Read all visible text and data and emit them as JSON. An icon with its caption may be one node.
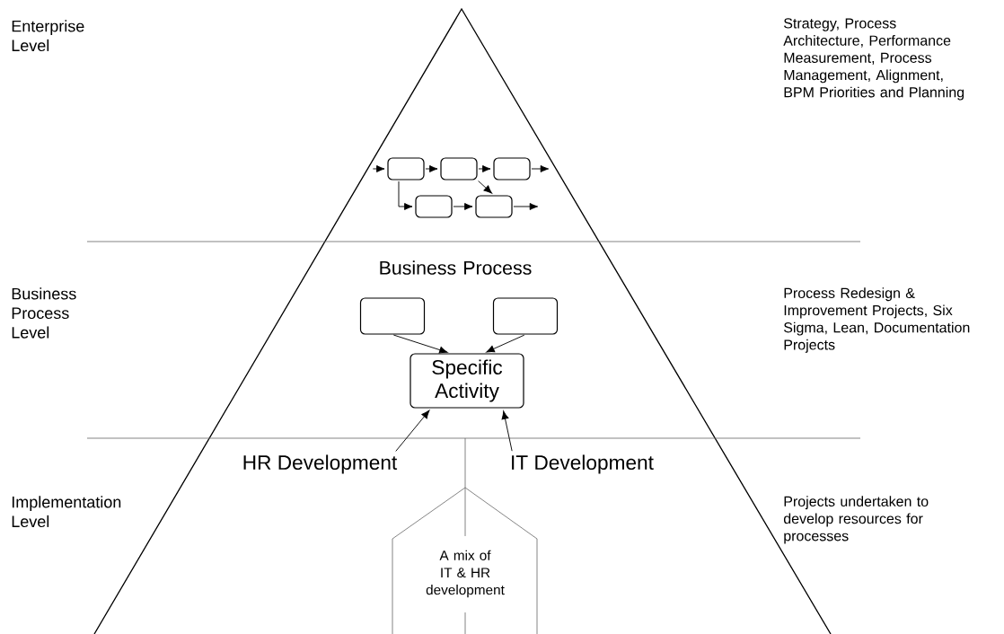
{
  "diagram": {
    "nodes": [
      {
        "text": [],
        "shape": "box"
      },
      {
        "text": [],
        "shape": "box"
      },
      {
        "text": [],
        "shape": "box"
      },
      {
        "text": [],
        "shape": "box"
      },
      {
        "text": [],
        "shape": "box"
      },
      {
        "text": [],
        "shape": "box"
      },
      {
        "text": [],
        "shape": "box"
      },
      {
        "text": [
          "Specific Activity"
        ]
      },
      {
        "text": [
          "HR Development"
        ]
      },
      {
        "text": [
          "IT Development"
        ]
      },
      {
        "text": [
          "A mix of IT & HR development"
        ]
      }
    ],
    "edges": [
      {
        "from": null,
        "to": 0,
        "arrow": "to"
      },
      {
        "from": 0,
        "to": 1,
        "arrow": "to"
      },
      {
        "from": 1,
        "to": 2,
        "arrow": "to"
      },
      {
        "from": 2,
        "to": null,
        "arrow": "to"
      },
      {
        "from": 0,
        "to": 3,
        "arrow": "to"
      },
      {
        "from": 1,
        "to": 4,
        "arrow": "to"
      },
      {
        "from": 3,
        "to": 4,
        "arrow": "to"
      },
      {
        "from": 4,
        "to": null,
        "arrow": "to"
      },
      {
        "from": 5,
        "to": 7,
        "arrow": "to"
      },
      {
        "from": 6,
        "to": 7,
        "arrow": "to"
      },
      {
        "from": 8,
        "to": 7,
        "arrow": "to"
      },
      {
        "from": 9,
        "to": 7,
        "arrow": "to"
      }
    ],
    "labels": [
      "Enterprise Level",
      "Strategy, Process Architecture, Performance Measurement, Process Management, Alignment, BPM Priorities and Planning",
      "Business Process",
      "Business Process Level",
      "Process Redesign & Improvement Projects, Six Sigma, Lean, Documentation Projects",
      "Implementation Level",
      "Projects undertaken to develop resources for processes"
    ]
  }
}
